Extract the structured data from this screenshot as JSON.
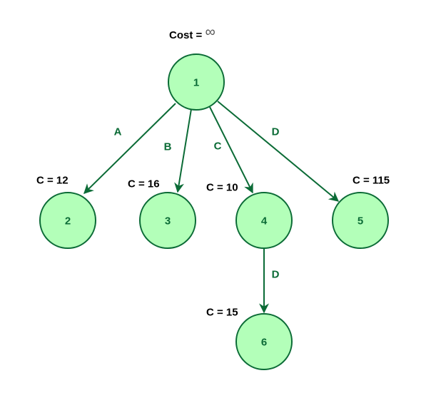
{
  "diagram": {
    "root_cost": {
      "prefix": "Cost = ",
      "value": "∞"
    },
    "colors": {
      "node_fill": "#b3ffb9",
      "node_stroke": "#0b6b36",
      "edge": "#0b6b36",
      "text_dark": "#000000"
    },
    "nodes": [
      {
        "id": "1",
        "label": "1"
      },
      {
        "id": "2",
        "label": "2",
        "cost": "C = 12"
      },
      {
        "id": "3",
        "label": "3",
        "cost": "C = 16"
      },
      {
        "id": "4",
        "label": "4",
        "cost": "C = 10"
      },
      {
        "id": "5",
        "label": "5",
        "cost": "C = 115"
      },
      {
        "id": "6",
        "label": "6",
        "cost": "C = 15"
      }
    ],
    "edges": [
      {
        "from": "1",
        "to": "2",
        "label": "A"
      },
      {
        "from": "1",
        "to": "3",
        "label": "B"
      },
      {
        "from": "1",
        "to": "4",
        "label": "C"
      },
      {
        "from": "1",
        "to": "5",
        "label": "D"
      },
      {
        "from": "4",
        "to": "6",
        "label": "D"
      }
    ]
  }
}
